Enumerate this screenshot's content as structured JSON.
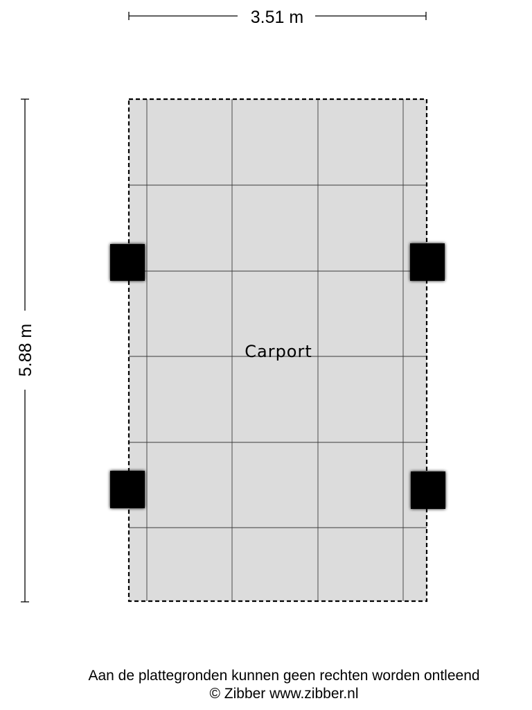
{
  "dimensions": {
    "width_label": "3.51 m",
    "depth_label": "5.88 m"
  },
  "room": {
    "name": "Carport",
    "fill": "#dcdcdc",
    "grid_color": "#3a3a3a",
    "post_color": "#000000"
  },
  "footer": {
    "disclaimer": "Aan de plattegronden kunnen geen rechten worden ontleend",
    "copyright": "© Zibber www.zibber.nl"
  }
}
